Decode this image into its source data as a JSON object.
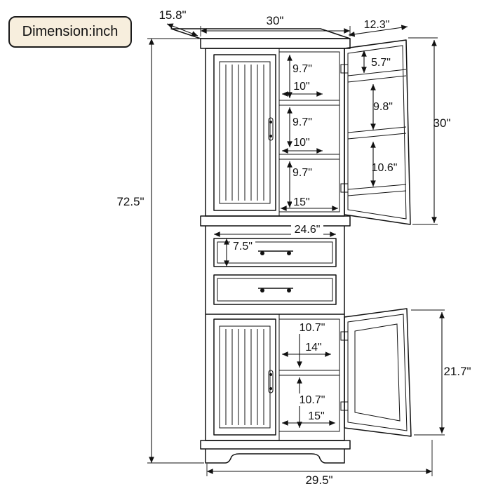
{
  "badge": {
    "label": "Dimension:inch"
  },
  "dims": {
    "depth": "15.8\"",
    "top_width": "30\"",
    "door_width": "12.3\"",
    "door_gap_top": "5.7\"",
    "shelf_gap_1": "9.7\"",
    "shelf_width_1": "10\"",
    "door_gap_mid": "9.8\"",
    "upper_door_height": "30\"",
    "shelf_gap_2": "9.7\"",
    "shelf_width_2": "10\"",
    "door_gap_bottom": "10.6\"",
    "shelf_gap_3": "9.7\"",
    "upper_opening_width": "15\"",
    "total_height": "72.5\"",
    "middle_width": "24.6\"",
    "drawer_height": "7.5\"",
    "lower_gap_1": "10.7\"",
    "lower_shelf_width": "14\"",
    "lower_door_height": "21.7\"",
    "lower_gap_2": "10.7\"",
    "lower_opening_width": "15\"",
    "base_width": "29.5\""
  }
}
